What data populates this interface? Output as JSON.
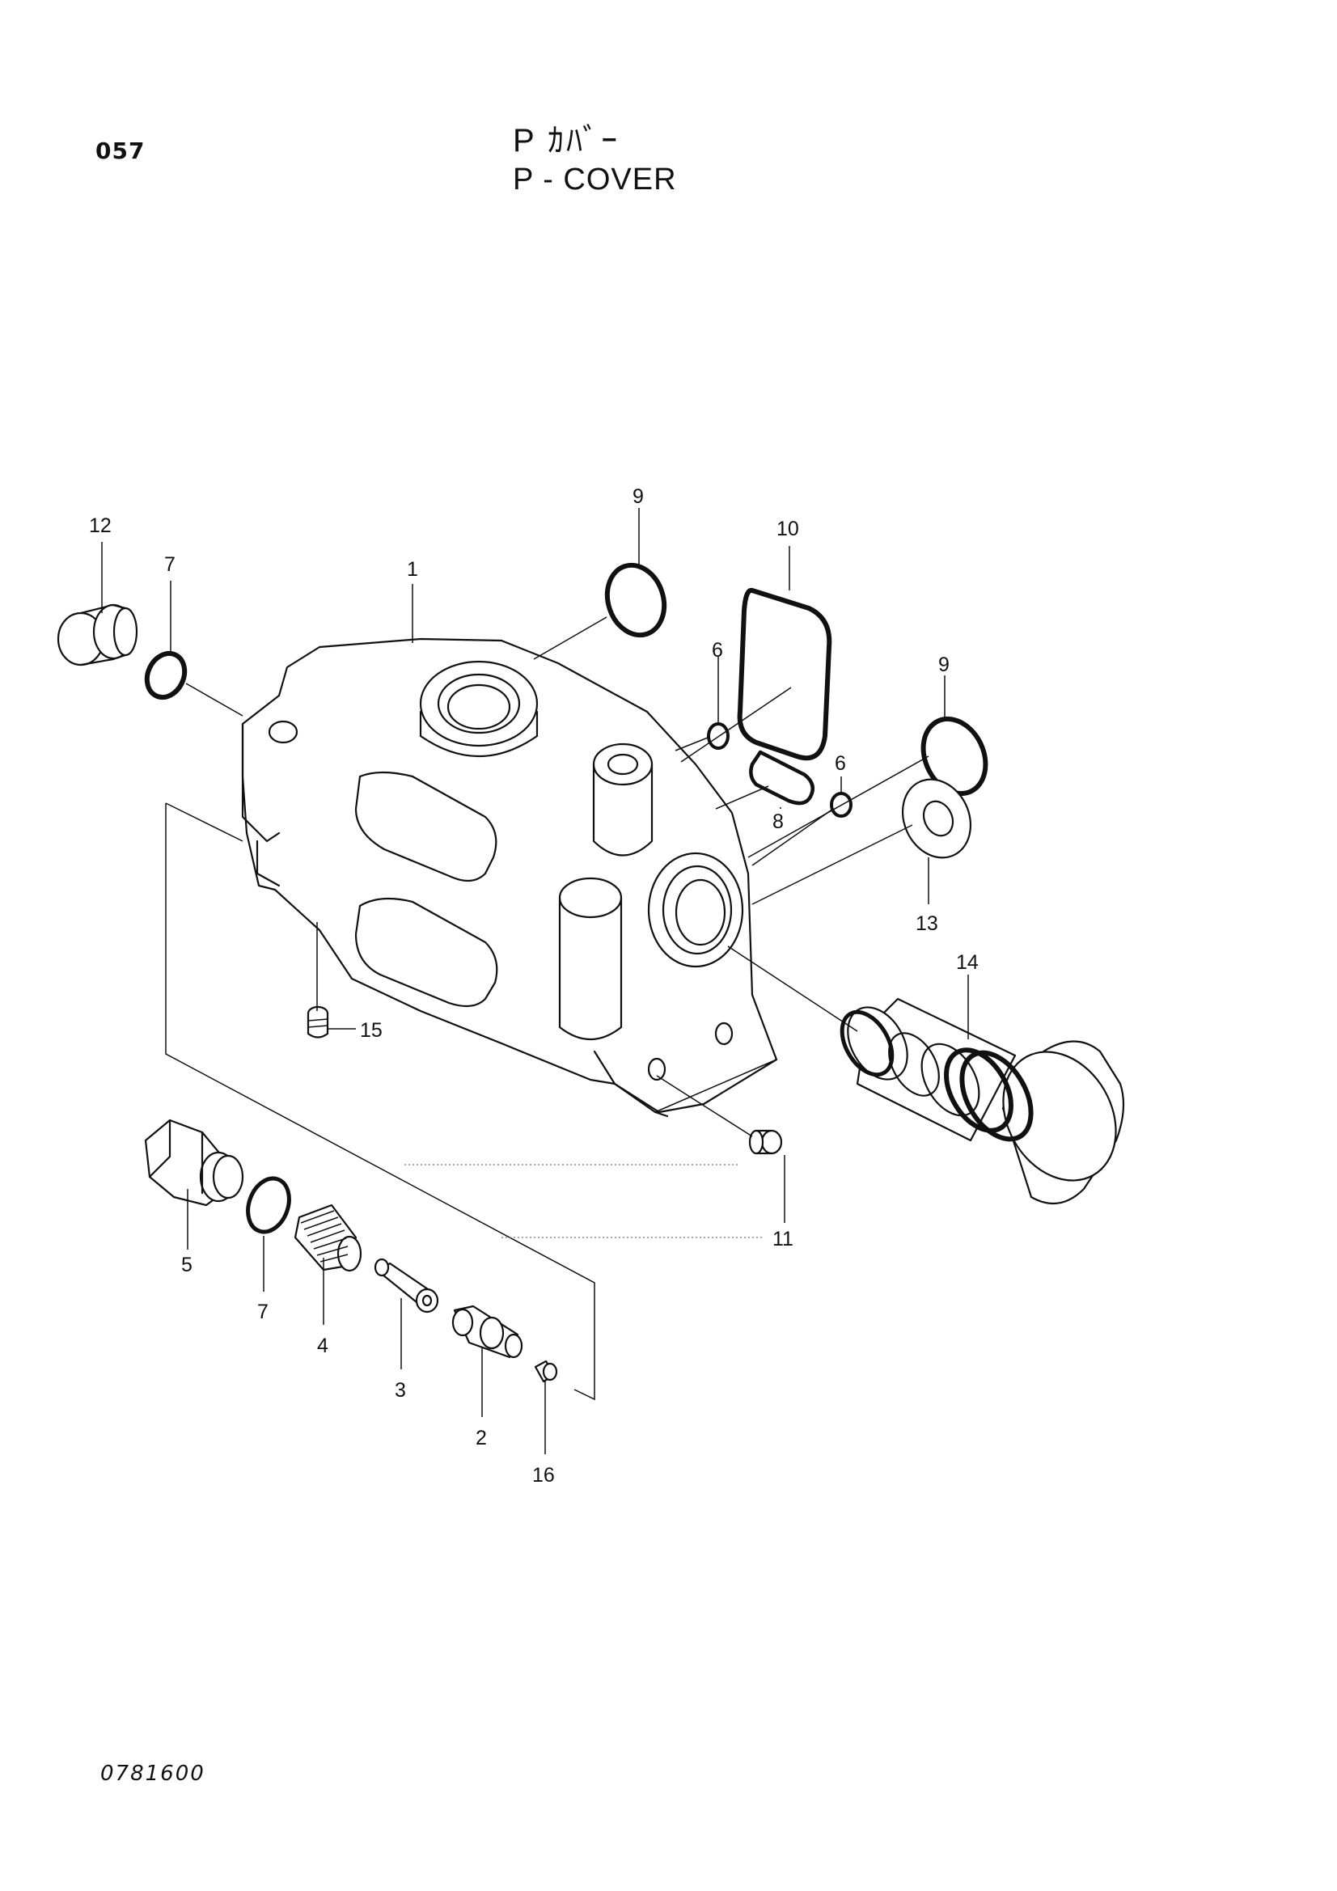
{
  "header": {
    "page_number": "057",
    "title_jp": "P  ｶﾊﾞｰ",
    "title_en": "P - COVER"
  },
  "footer": {
    "drawing_code": "0781600"
  },
  "callouts": {
    "c1": "1",
    "c2": "2",
    "c3": "3",
    "c4": "4",
    "c5": "5",
    "c6a": "6",
    "c6b": "6",
    "c7a": "7",
    "c7b": "7",
    "c8": "8",
    "c9a": "9",
    "c9b": "9",
    "c10": "10",
    "c11": "11",
    "c12": "12",
    "c13": "13",
    "c14": "14",
    "c15": "15",
    "c16": "16"
  }
}
